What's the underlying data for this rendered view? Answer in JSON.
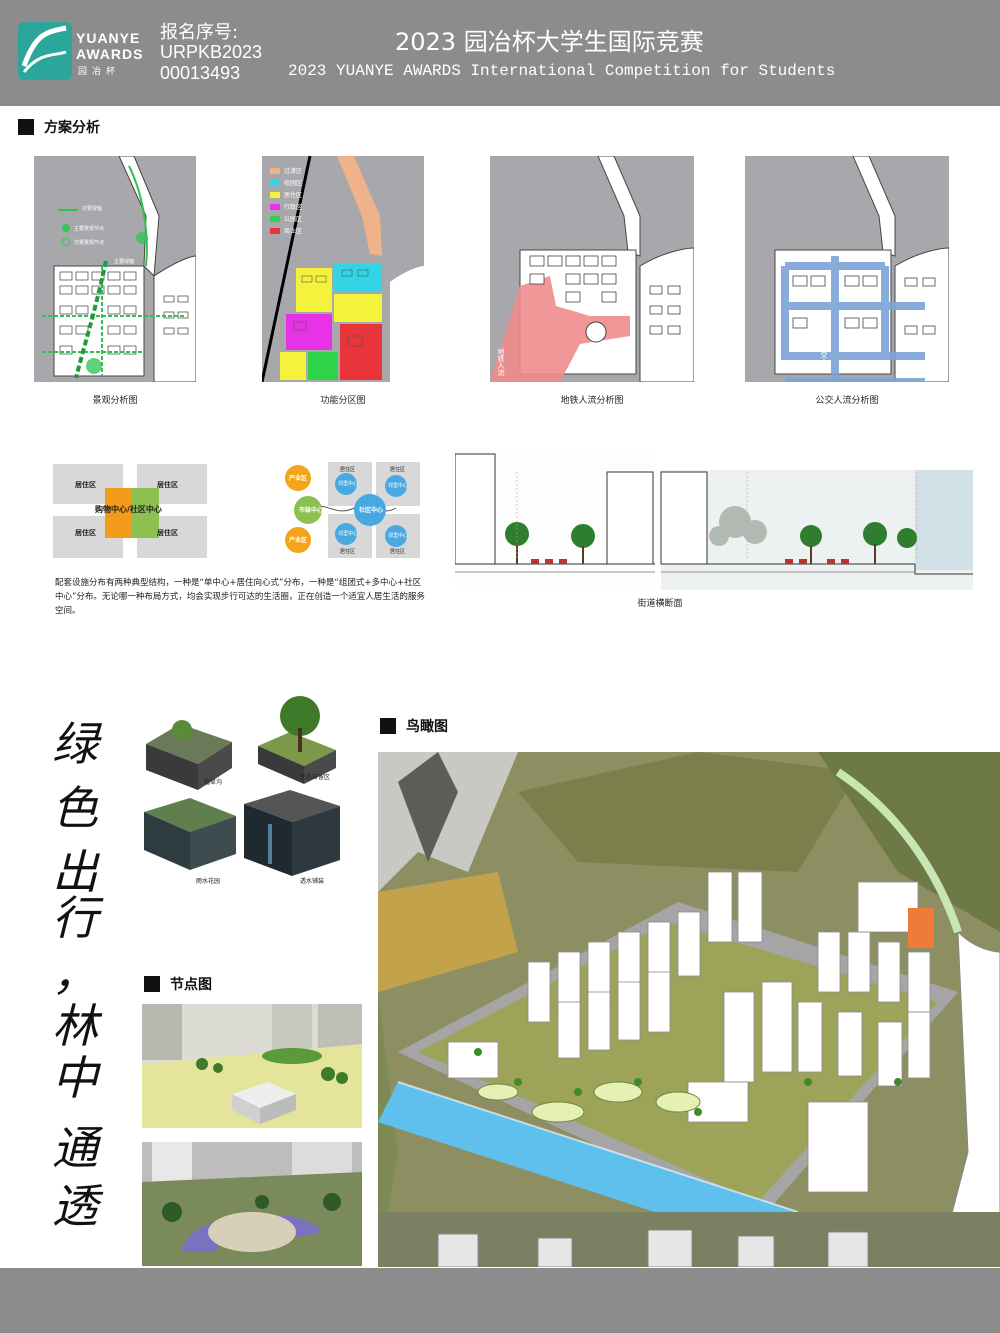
{
  "header": {
    "logo_line1": "YUANYE",
    "logo_line2": "AWARDS",
    "logo_line3": "园冶杯",
    "reg_label": "报名序号:",
    "reg_no_line1": "URPKB2023",
    "reg_no_line2": "00013493",
    "title_cn": "2023 园冶杯大学生国际竞赛",
    "title_en": "2023 YUANYE AWARDS International Competition for Students"
  },
  "section_scheme": {
    "title": "方案分析"
  },
  "landscape_map": {
    "caption": "景观分析图",
    "legend": [
      "次要绿轴",
      "主要景观节点",
      "次要景观节点"
    ],
    "label_main_axis": "主要绿轴"
  },
  "function_map": {
    "caption": "功能分区图",
    "legend": [
      {
        "label": "过渡区",
        "color": "#f0b28a"
      },
      {
        "label": "校园区",
        "color": "#33d4e4"
      },
      {
        "label": "居住区",
        "color": "#f4f23a"
      },
      {
        "label": "行政区",
        "color": "#e832e8"
      },
      {
        "label": "公园区",
        "color": "#2fd34a"
      },
      {
        "label": "商业区",
        "color": "#e8343a"
      }
    ]
  },
  "metro_map": {
    "caption": "地铁人流分析图",
    "label": "地铁人流",
    "flow_color": "#f08c8c"
  },
  "bus_map": {
    "caption": "公交人流分析图",
    "label": "公交人流",
    "flow_color": "#7da3d6"
  },
  "diagram_single": {
    "residential": "居住区",
    "center": "购物中心/社区中心"
  },
  "diagram_multi": {
    "industry": "产业区",
    "residential": "居住区",
    "city_center": "市级中心",
    "community_center": "社区中心",
    "neighborhood_center": "邻里中心"
  },
  "paragraph": "配套设施分布有两种典型结构，一种是“单中心+居住向心式”分布，一种是“组团式+多中心+社区中心”分布。无论哪一种布局方式，均会实现步行可达的生活圈，正在创造一个适宜人居生活的服务空间。",
  "section_caption": "街道横断面",
  "slogan_chars": [
    "绿",
    "色",
    "出",
    "行",
    "，",
    "林",
    "中",
    "通",
    "透"
  ],
  "eco_captions": [
    "植草沟",
    "生态滞留区",
    "雨水花园",
    "透水铺装"
  ],
  "section_nodes": {
    "title": "节点图"
  },
  "section_aerial": {
    "title": "鸟瞰图"
  }
}
